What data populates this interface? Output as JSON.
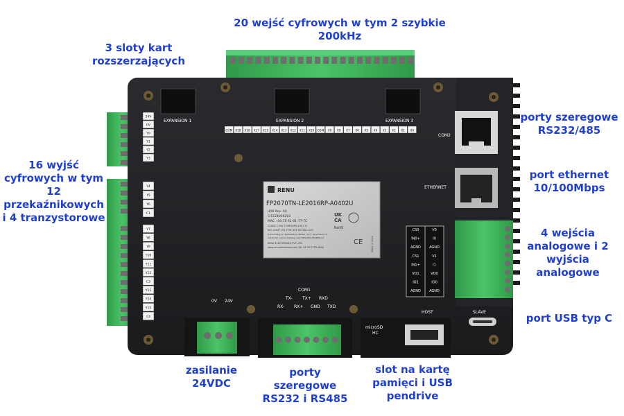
{
  "annotations": {
    "digital_inputs": [
      "20 wejść cyfrowych w tym 2 szybkie",
      "200kHz"
    ],
    "expansion_slots": [
      "3 sloty kart",
      "rozszerzających"
    ],
    "serial_ports_rs232_485": [
      "porty szeregowe",
      "RS232/485"
    ],
    "ethernet": [
      "port ethernet",
      "10/100Mbps"
    ],
    "analog_io": [
      "4 wejścia",
      "analogowe i 2",
      "wyjścia",
      "analogowe"
    ],
    "digital_outputs": [
      "16 wyjść",
      "cyfrowych w tym",
      "12",
      "przekaźnikowych",
      "i 4 tranzystorowe"
    ],
    "usb_c": "port USB typ C",
    "power": [
      "zasilanie",
      "24VDC"
    ],
    "serial_bottom": [
      "porty",
      "szeregowe",
      "RS232 i RS485"
    ],
    "sd_usb": [
      "slot na kartę",
      "pamięci i USB",
      "pendrive"
    ]
  },
  "device": {
    "expansion_labels": [
      "EXPANSION 1",
      "EXPANSION 2",
      "EXPANSION 3"
    ],
    "input_labels": [
      "COM",
      "X18",
      "X16",
      "X17",
      "X15",
      "X14",
      "X13",
      "X12",
      "X11",
      "X10",
      "COM",
      "X8",
      "X9",
      "X7",
      "X6",
      "X5",
      "X4",
      "X3",
      "X2",
      "X1",
      "X0"
    ],
    "com2_label": "COM2",
    "ethernet_label": "ETHERNET",
    "left_top_labels": [
      "24V",
      "0V",
      "Y0",
      "Y1",
      "Y2",
      "Y3"
    ],
    "left_mid_labels": [
      "Y4",
      "Y5",
      "Y6",
      "C1"
    ],
    "left_bottom_labels": [
      "Y7",
      "Y8",
      "Y9",
      "Y10",
      "Y11",
      "Y12",
      "C3",
      "Y13",
      "Y14",
      "Y15",
      "C4"
    ],
    "analog_left_labels": [
      "CS0",
      "IN0+",
      "AGND",
      "CS1",
      "IN1+",
      "VO1",
      "IO1",
      "AGND"
    ],
    "analog_right_labels": [
      "V0",
      "I0",
      "AGND",
      "V1",
      "I1",
      "VO0",
      "IO0",
      "AGND"
    ],
    "brand": "RENU",
    "model": "FP2070TN-LE2016RP-A0402U",
    "plate_lines": [
      "H/W Rev. A0",
      "CI1124056203",
      "MAC : 00-1E-61-01-77-7C",
      "CLASS 1 DIV 2 GROUPS A B C D",
      "NO. CONT. EQ. FOR USE IN HAZ. LOC.",
      "Surrounding Air Temperature Tamax: 55°C Temp Code T4",
      "Install per control drawing no# CNTLDWG-FPGREN-01",
      "RENU ELECTRONICS PVT. LTD.",
      "www.renuelectronics.com  Tel: 91-20-2729-2840"
    ],
    "cert_marks": [
      "UK",
      "CA",
      "RoHS",
      "CE"
    ],
    "made_in": "Made in India",
    "com1_label": "COM1",
    "com1_top_pins": [
      "TX-",
      "TX+",
      "RXD"
    ],
    "com1_bottom_pins": [
      "RX-",
      "RX+",
      "GND",
      "TXD"
    ],
    "power_labels": [
      "0V",
      "24V"
    ],
    "sd_label": [
      "microSD",
      "HC"
    ],
    "host_label": "HOST",
    "slave_label": "SLAVE"
  },
  "colors": {
    "label_blue": "#1f3fd0",
    "body": "#1e1f21",
    "terminal_green": "#3fb25a"
  }
}
